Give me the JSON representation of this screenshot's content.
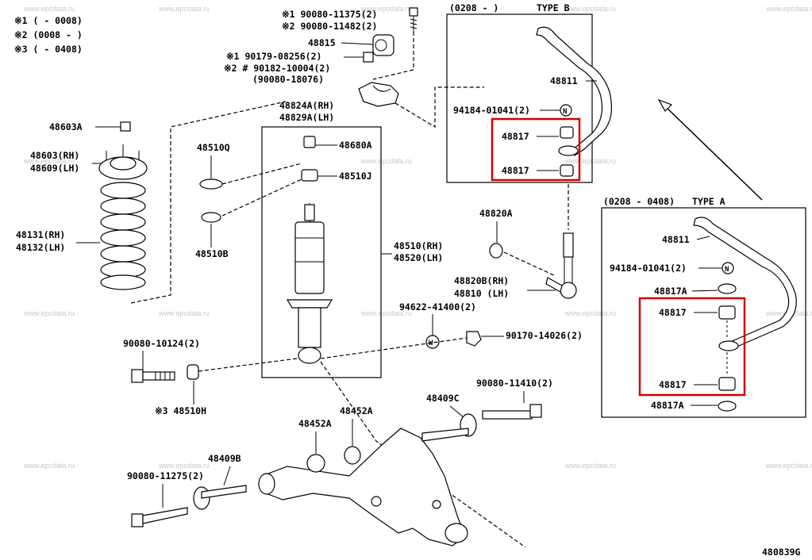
{
  "watermark": "www.epcdata.ru",
  "notes": [
    "※1 (      - 0008)",
    "※2 (0008 -       )",
    "※3 (      - 0408)"
  ],
  "labels": {
    "n90080_11375": "※1 90080-11375(2)",
    "n90080_11482": "※2 90080-11482(2)",
    "p48815": "48815",
    "n90179_08256": "※1  90179-08256(2)",
    "n90182_10004": "※2 # 90182-10004(2)",
    "n90080_18076": "(90080-18076)",
    "p48824A": "48824A(RH)",
    "p48829A": "48829A(LH)",
    "p48603A": "48603A",
    "p48603": "48603(RH)",
    "p48609": "48609(LH)",
    "p48510Q": "48510Q",
    "p48680A": "48680A",
    "p48510J": "48510J",
    "p48131": "48131(RH)",
    "p48132": "48132(LH)",
    "p48510B": "48510B",
    "p48510": "48510(RH)",
    "p48520": "48520(LH)",
    "p48820A": "48820A",
    "p48820B": "48820B(RH)",
    "p48810": "48810  (LH)",
    "n94622": "94622-41400(2)",
    "n90080_10124": "90080-10124(2)",
    "n90170": "90170-14026(2)",
    "p48510H": "※3 48510H",
    "n90080_11410": "90080-11410(2)",
    "p48409C": "48409C",
    "p48452A_1": "48452A",
    "p48452A_2": "48452A",
    "p48409B": "48409B",
    "n90080_11275": "90080-11275(2)"
  },
  "type_b": {
    "date": "(0208 -      )",
    "title": "TYPE B",
    "stabilizer": "48811",
    "nut": "94184-01041(2)",
    "cushion_upper": "48817",
    "cushion_lower": "48817"
  },
  "type_a": {
    "date": "(0208 - 0408)",
    "title": "TYPE A",
    "stabilizer": "48811",
    "nut": "94184-01041(2)",
    "retainer_upper": "48817A",
    "cushion_upper": "48817",
    "cushion_lower": "48817",
    "retainer_lower": "48817A"
  },
  "symbols": {
    "n_mark": "N",
    "w_mark": "W"
  },
  "diagram_id": "480839G",
  "colors": {
    "highlight": "#d40000",
    "ink": "#000000"
  }
}
